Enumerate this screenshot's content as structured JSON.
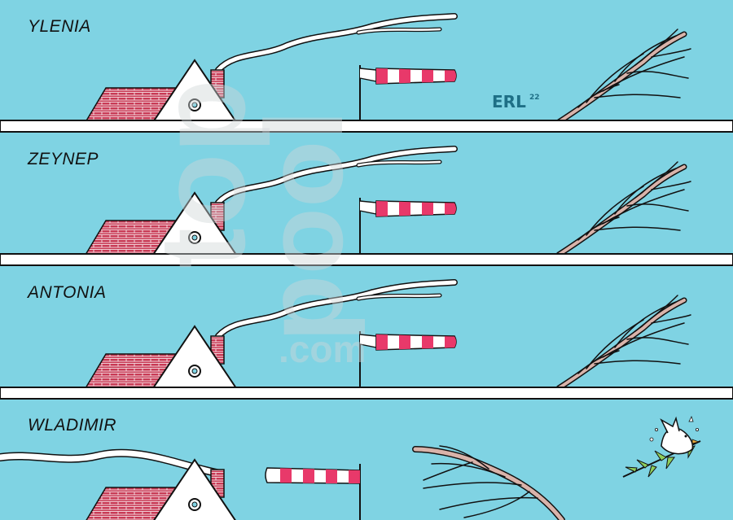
{
  "cartoon": {
    "panels": [
      {
        "label": "YLENIA"
      },
      {
        "label": "ZEYNEP"
      },
      {
        "label": "ANTONIA"
      },
      {
        "label": "WLADIMIR"
      }
    ],
    "signature": {
      "text": "ERL",
      "year": "22"
    },
    "watermark": {
      "line1": "top",
      "line2": "pool",
      "line3": ".com"
    }
  },
  "colors": {
    "sky": "#7fd3e3",
    "roof": "#c83a55",
    "windsock_red": "#e8396a",
    "tree": "#d9b3aa",
    "olive_branch": "#8fcf5b",
    "signature": "#1e6f86"
  }
}
